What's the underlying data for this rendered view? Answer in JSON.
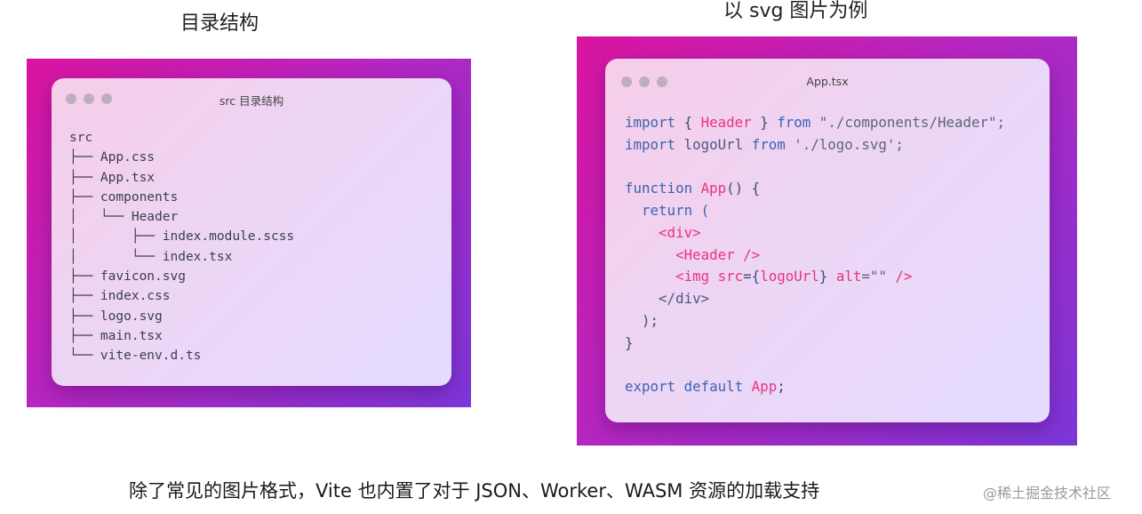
{
  "left": {
    "heading": "目录结构",
    "window_title": "src 目录结构",
    "tree": "src\n├── App.css\n├── App.tsx\n├── components\n│   └── Header\n│       ├── index.module.scss\n│       └── index.tsx\n├── favicon.svg\n├── index.css\n├── logo.svg\n├── main.tsx\n└── vite-env.d.ts"
  },
  "right": {
    "heading": "以 svg 图片为例",
    "window_title": "App.tsx",
    "code": {
      "l1_import": "import",
      "l1_brace_open": " { ",
      "l1_name": "Header",
      "l1_brace_close": " } ",
      "l1_from": "from",
      "l1_path": " \"./components/Header\";",
      "l2_import": "import",
      "l2_name": " logoUrl ",
      "l2_from": "from",
      "l2_path": " './logo.svg';",
      "l4_function": "function",
      "l4_name": " App",
      "l4_rest": "() {",
      "l5": "  return (",
      "l6_indent": "    ",
      "l6_tag": "<div>",
      "l7_indent": "      ",
      "l7_tag": "<Header />",
      "l8_indent": "      ",
      "l8_tag_open": "<img",
      "l8_attr_src": " src",
      "l8_eq": "={",
      "l8_val": "logoUrl",
      "l8_close_brace": "} ",
      "l8_attr_alt": "alt",
      "l8_alt_val": "=\"\"",
      "l8_tag_close": " />",
      "l9": "    </div>",
      "l10": "  );",
      "l11": "}",
      "l13_export": "export default",
      "l13_name": " App",
      "l13_end": ";"
    }
  },
  "caption": "除了常见的图片格式，Vite 也内置了对于 JSON、Worker、WASM 资源的加载支持",
  "watermark": "@稀土掘金技术社区",
  "colors": {
    "frame_gradient_start": "#d914a0",
    "frame_gradient_end": "#7b36d8",
    "keyword": "#3d63b0",
    "component": "#e9337e"
  }
}
